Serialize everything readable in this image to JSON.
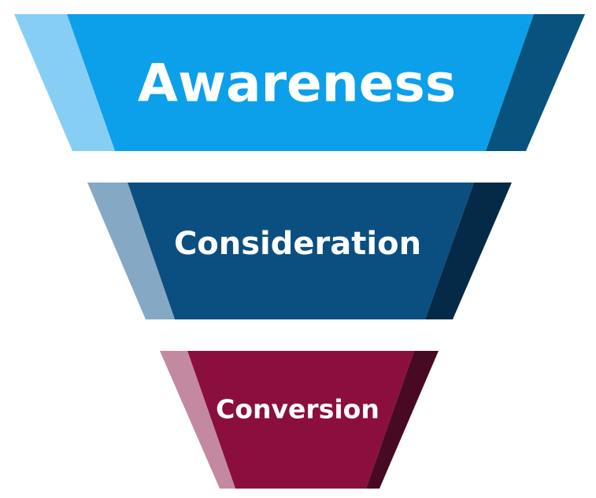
{
  "stages": [
    {
      "label": "Awareness",
      "colors": {
        "main": "#0CA0EB",
        "light": "#87CEF5",
        "dark": "#08527E"
      }
    },
    {
      "label": "Consideration",
      "colors": {
        "main": "#0B4F80",
        "light": "#85A8C5",
        "dark": "#052A47"
      }
    },
    {
      "label": "Conversion",
      "colors": {
        "main": "#8B0F3E",
        "light": "#C389A0",
        "dark": "#470A22"
      }
    }
  ]
}
